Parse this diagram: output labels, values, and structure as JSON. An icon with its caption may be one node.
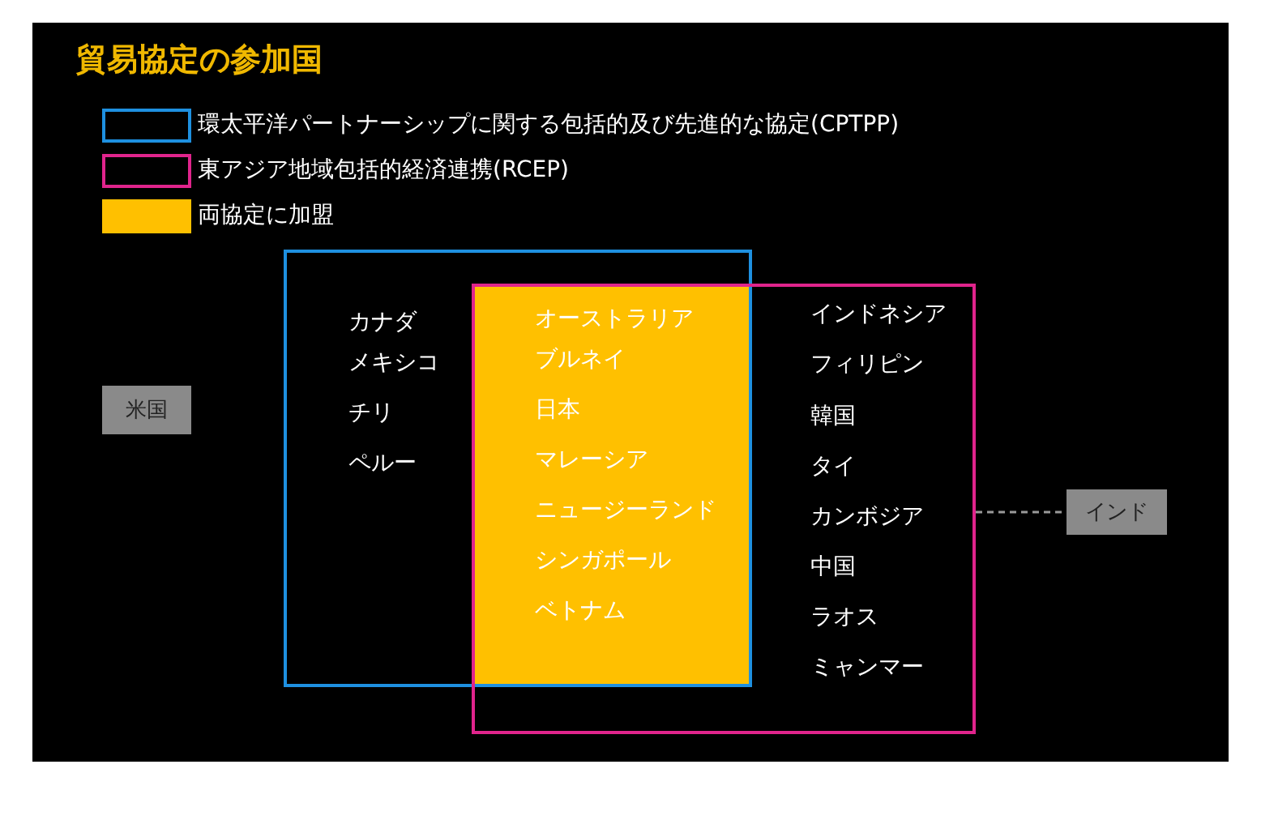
{
  "diagram": {
    "title": "貿易協定の参加国",
    "nodes": [
      {
        "text": [
          "カナダ",
          "メキシコ",
          "チリ",
          "ペルー"
        ]
      },
      {
        "text": [
          "インドネシア",
          "フィリピン",
          "韓国",
          "タイ",
          "カンボジア",
          "中国",
          "ラオス",
          "ミャンマー"
        ]
      },
      {
        "text": [
          "オーストラリア",
          "ブルネイ",
          "日本",
          "マレーシア",
          "ニュージーランド",
          "シンガポール",
          "ベトナム"
        ]
      },
      {
        "text": [
          "米国"
        ]
      },
      {
        "text": [
          "インド"
        ]
      }
    ],
    "edges": [
      {
        "from": 1,
        "to": 4,
        "arrow": "none",
        "style": "dashed"
      }
    ],
    "legend": [
      {
        "text": "環太平洋パートナーシップに関する包括的及び先進的な協定(CPTPP)",
        "color": "#1e90e0"
      },
      {
        "text": "東アジア地域包括的経済連携(RCEP)",
        "color": "#e0248c"
      },
      {
        "text": "両協定に加盟",
        "color": "#ffc000"
      }
    ]
  }
}
